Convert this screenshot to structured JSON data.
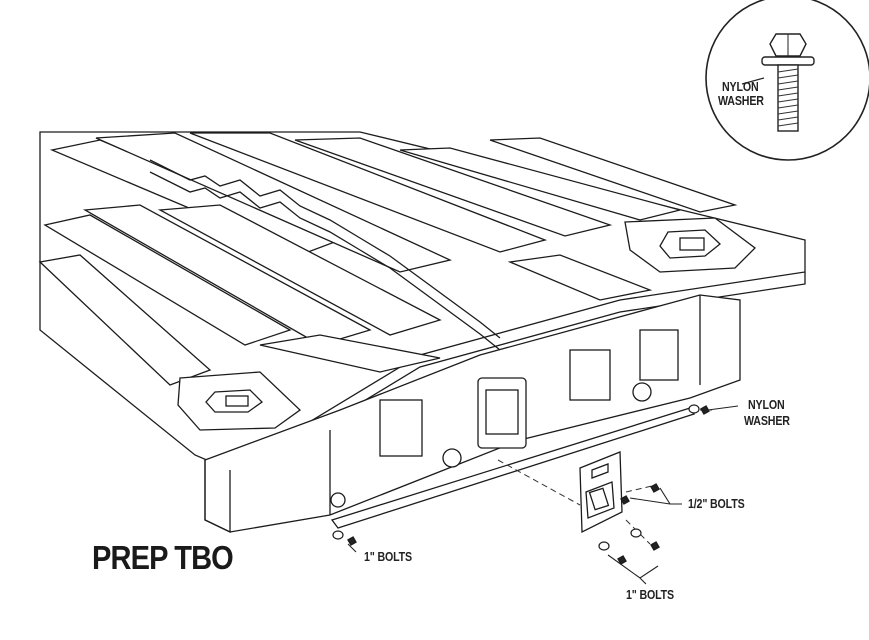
{
  "title": "PREP TBO",
  "callouts": {
    "inset_washer_line1": "NYLON",
    "inset_washer_line2": "WASHER",
    "right_washer_line1": "NYLON",
    "right_washer_line2": "WASHER",
    "half_inch_bolts": "1/2\" BOLTS",
    "one_inch_bolts_left": "1\" BOLTS",
    "one_inch_bolts_bottom": "1\" BOLTS"
  },
  "colors": {
    "line": "#1c1c1c",
    "panel_fill": "#ffffff",
    "shade": "#9a9a9a",
    "background": "#ffffff"
  }
}
